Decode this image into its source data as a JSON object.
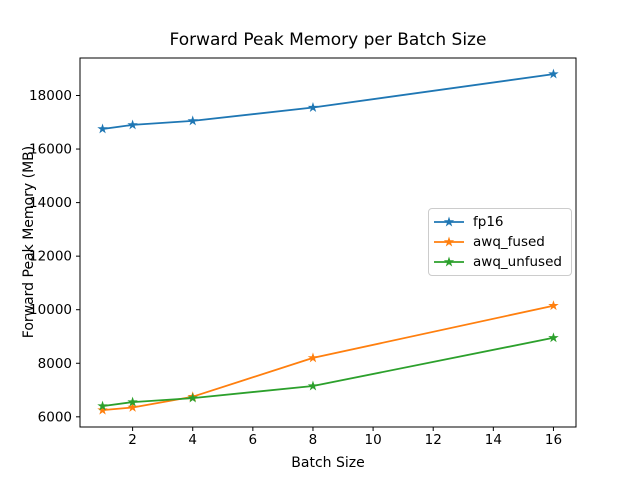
{
  "figure": {
    "background": "#ffffff",
    "axis_color": "#000000"
  },
  "chart_data": {
    "type": "line",
    "title": "Forward Peak Memory per Batch Size",
    "xlabel": "Batch Size",
    "ylabel": "Forward Peak Memory (MB)",
    "x": [
      1,
      2,
      4,
      8,
      16
    ],
    "series": [
      {
        "name": "fp16",
        "color": "#1f77b4",
        "marker": "star",
        "values": [
          16750,
          16900,
          17050,
          17550,
          18800
        ]
      },
      {
        "name": "awq_fused",
        "color": "#ff7f0e",
        "marker": "star",
        "values": [
          6250,
          6350,
          6750,
          8200,
          10150
        ]
      },
      {
        "name": "awq_unfused",
        "color": "#2ca02c",
        "marker": "star",
        "values": [
          6400,
          6550,
          6700,
          7150,
          8950
        ]
      }
    ],
    "xticks": [
      2,
      4,
      6,
      8,
      10,
      12,
      14,
      16
    ],
    "yticks": [
      6000,
      8000,
      10000,
      12000,
      14000,
      16000,
      18000
    ],
    "xlim": [
      0.25,
      16.75
    ],
    "ylim": [
      5620,
      19400
    ],
    "grid": false,
    "legend_position": "center-right"
  }
}
